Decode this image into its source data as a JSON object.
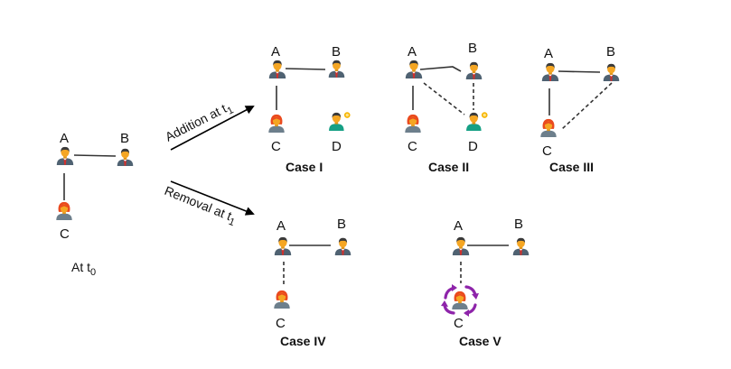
{
  "colors": {
    "skin": "#f5a623",
    "male_hair": "#3a3a3a",
    "suit": "#4f6272",
    "tie": "#d0312d",
    "female_hair": "#ea4a1e",
    "female_body": "#6d7f8c",
    "new_body": "#16a085",
    "new_badge": "#f7b500",
    "cycle_arrows": "#8e24aa",
    "edge": "#333333"
  },
  "initial": {
    "caption": "At t",
    "caption_sub": "0",
    "nodes": [
      {
        "id": "A",
        "label": "A",
        "type": "male"
      },
      {
        "id": "B",
        "label": "B",
        "type": "male"
      },
      {
        "id": "C",
        "label": "C",
        "type": "female"
      }
    ],
    "edges": [
      {
        "from": "A",
        "to": "B",
        "style": "solid"
      },
      {
        "from": "A",
        "to": "C",
        "style": "solid"
      }
    ]
  },
  "transitions": {
    "addition": {
      "label": "Addition at t",
      "sub": "1"
    },
    "removal": {
      "label": "Removal at t",
      "sub": "1"
    }
  },
  "cases": [
    {
      "name": "Case I",
      "group": "addition",
      "nodes": [
        {
          "id": "A",
          "label": "A",
          "type": "male"
        },
        {
          "id": "B",
          "label": "B",
          "type": "male"
        },
        {
          "id": "C",
          "label": "C",
          "type": "female"
        },
        {
          "id": "D",
          "label": "D",
          "type": "new"
        }
      ],
      "edges": [
        {
          "from": "A",
          "to": "B",
          "style": "solid"
        },
        {
          "from": "A",
          "to": "C",
          "style": "solid"
        }
      ]
    },
    {
      "name": "Case II",
      "group": "addition",
      "nodes": [
        {
          "id": "A",
          "label": "A",
          "type": "male"
        },
        {
          "id": "B",
          "label": "B",
          "type": "male"
        },
        {
          "id": "C",
          "label": "C",
          "type": "female"
        },
        {
          "id": "D",
          "label": "D",
          "type": "new"
        }
      ],
      "edges": [
        {
          "from": "A",
          "to": "B",
          "style": "solid"
        },
        {
          "from": "A",
          "to": "C",
          "style": "solid"
        },
        {
          "from": "A",
          "to": "D",
          "style": "dashed"
        },
        {
          "from": "B",
          "to": "D",
          "style": "dashed"
        }
      ]
    },
    {
      "name": "Case III",
      "group": "addition",
      "nodes": [
        {
          "id": "A",
          "label": "A",
          "type": "male"
        },
        {
          "id": "B",
          "label": "B",
          "type": "male"
        },
        {
          "id": "C",
          "label": "C",
          "type": "female"
        }
      ],
      "edges": [
        {
          "from": "A",
          "to": "B",
          "style": "solid"
        },
        {
          "from": "A",
          "to": "C",
          "style": "solid"
        },
        {
          "from": "B",
          "to": "C",
          "style": "dashed"
        }
      ]
    },
    {
      "name": "Case IV",
      "group": "removal",
      "nodes": [
        {
          "id": "A",
          "label": "A",
          "type": "male"
        },
        {
          "id": "B",
          "label": "B",
          "type": "male"
        },
        {
          "id": "C",
          "label": "C",
          "type": "female"
        }
      ],
      "edges": [
        {
          "from": "A",
          "to": "B",
          "style": "solid"
        },
        {
          "from": "A",
          "to": "C",
          "style": "dashed"
        }
      ]
    },
    {
      "name": "Case V",
      "group": "removal",
      "nodes": [
        {
          "id": "A",
          "label": "A",
          "type": "male"
        },
        {
          "id": "B",
          "label": "B",
          "type": "male"
        },
        {
          "id": "C",
          "label": "C",
          "type": "female-cycling"
        }
      ],
      "edges": [
        {
          "from": "A",
          "to": "B",
          "style": "solid"
        },
        {
          "from": "A",
          "to": "C",
          "style": "dashed"
        }
      ]
    }
  ]
}
